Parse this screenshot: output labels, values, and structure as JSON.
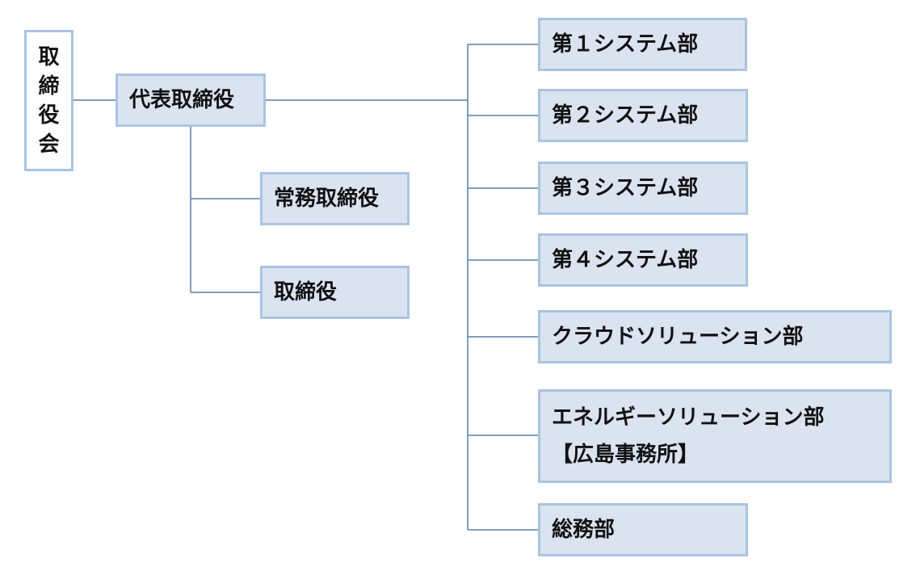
{
  "board": {
    "label": "取\n締\n役\n会"
  },
  "executives": {
    "president": "代表取締役",
    "senior_director": "常務取締役",
    "director": "取締役"
  },
  "departments": [
    "第１システム部",
    "第２システム部",
    "第３システム部",
    "第４システム部",
    "クラウドソリューション部",
    "エネルギーソリューション部\n【広島事務所】",
    "総務部"
  ],
  "colors": {
    "box_fill": "#dbe3f1",
    "box_border": "#a9c4e0",
    "line": "#5a7fa8"
  }
}
